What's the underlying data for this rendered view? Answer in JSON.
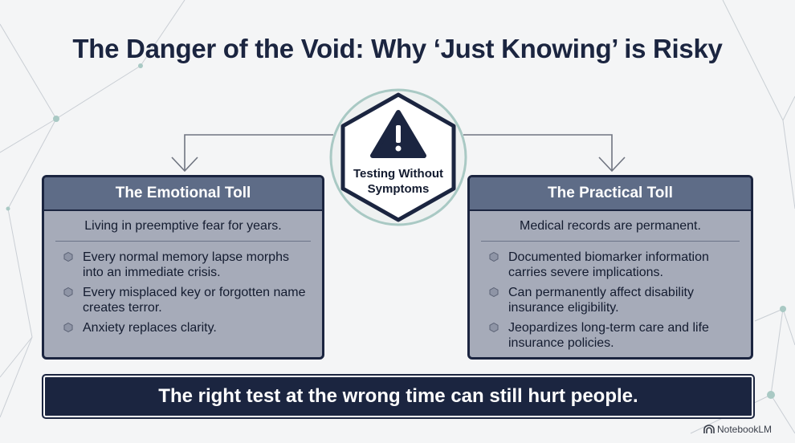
{
  "title": "The Danger of the Void: Why ‘Just Knowing’ is Risky",
  "center": {
    "label_line1": "Testing Without",
    "label_line2": "Symptoms",
    "icon": "warning-triangle-icon"
  },
  "left_panel": {
    "heading": "The Emotional Toll",
    "lead": "Living in preemptive fear for years.",
    "bullets": [
      "Every normal memory lapse morphs into an immediate crisis.",
      "Every misplaced key or forgotten name creates terror.",
      "Anxiety replaces clarity."
    ]
  },
  "right_panel": {
    "heading": "The Practical Toll",
    "lead": "Medical records are permanent.",
    "bullets": [
      "Documented biomarker information carries severe implications.",
      "Can permanently affect disability insurance eligibility.",
      "Jeopardizes long-term care and life insurance policies."
    ]
  },
  "banner": "The right test at the wrong time can still hurt people.",
  "brand": "NotebookLM",
  "colors": {
    "navy": "#1b2540",
    "panel_fill": "#a6abb9",
    "panel_header": "#5e6c87",
    "accent_teal": "#a9c9c4"
  }
}
